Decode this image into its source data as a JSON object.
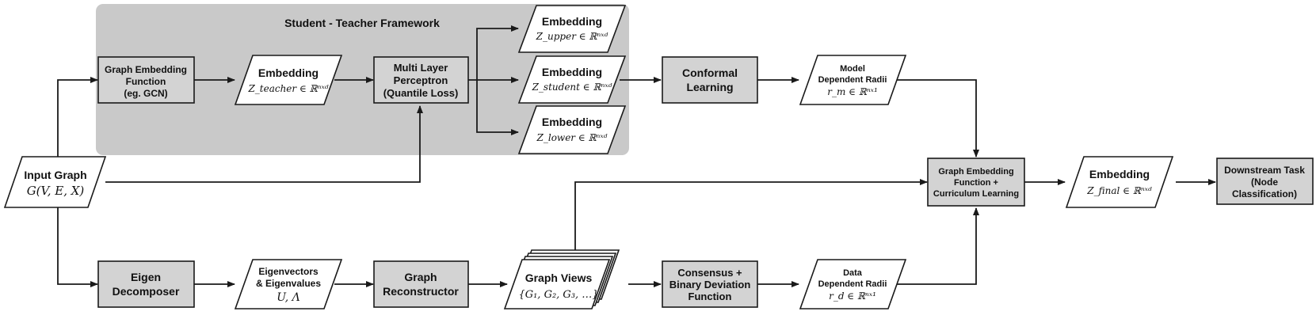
{
  "framework": {
    "title": "Student - Teacher Framework"
  },
  "nodes": {
    "input_graph": {
      "title": "Input Graph",
      "math": "G(V, E, X)"
    },
    "graph_embedding_fn": {
      "lines": [
        "Graph Embedding",
        "Function",
        "(eg. GCN)"
      ]
    },
    "embedding_teacher": {
      "title": "Embedding",
      "math": "Z_teacher ∈ ℝⁿˣᵈ"
    },
    "mlp": {
      "lines": [
        "Multi Layer",
        "Perceptron",
        "(Quantile Loss)"
      ]
    },
    "embedding_upper": {
      "title": "Embedding",
      "math": "Z_upper ∈ ℝⁿˣᵈ"
    },
    "embedding_student": {
      "title": "Embedding",
      "math": "Z_student ∈ ℝⁿˣᵈ"
    },
    "embedding_lower": {
      "title": "Embedding",
      "math": "Z_lower ∈ ℝⁿˣᵈ"
    },
    "conformal": {
      "lines": [
        "Conformal",
        "Learning"
      ]
    },
    "model_radii": {
      "lines": [
        "Model",
        "Dependent Radii"
      ],
      "math": "r_m ∈ ℝⁿˣ¹"
    },
    "curriculum": {
      "lines": [
        "Graph Embedding",
        "Function +",
        "Curriculum Learning"
      ]
    },
    "embedding_final": {
      "title": "Embedding",
      "math": "Z_final ∈ ℝⁿˣᵈ"
    },
    "downstream": {
      "lines": [
        "Downstream Task",
        "(Node",
        "Classification)"
      ]
    },
    "eigen_decomposer": {
      "lines": [
        "Eigen",
        "Decomposer"
      ]
    },
    "eigen_vectors": {
      "lines": [
        "Eigenvectors",
        "& Eigenvalues"
      ],
      "math": "U, Λ"
    },
    "graph_reconstructor": {
      "lines": [
        "Graph",
        "Reconstructor"
      ]
    },
    "graph_views": {
      "title": "Graph Views",
      "math": "{G₁, G₂, G₃, …}"
    },
    "consensus": {
      "lines": [
        "Consensus +",
        "Binary Deviation",
        "Function"
      ]
    },
    "data_radii": {
      "lines": [
        "Data",
        "Dependent Radii"
      ],
      "math": "r_d ∈ ℝⁿˣ¹"
    }
  }
}
